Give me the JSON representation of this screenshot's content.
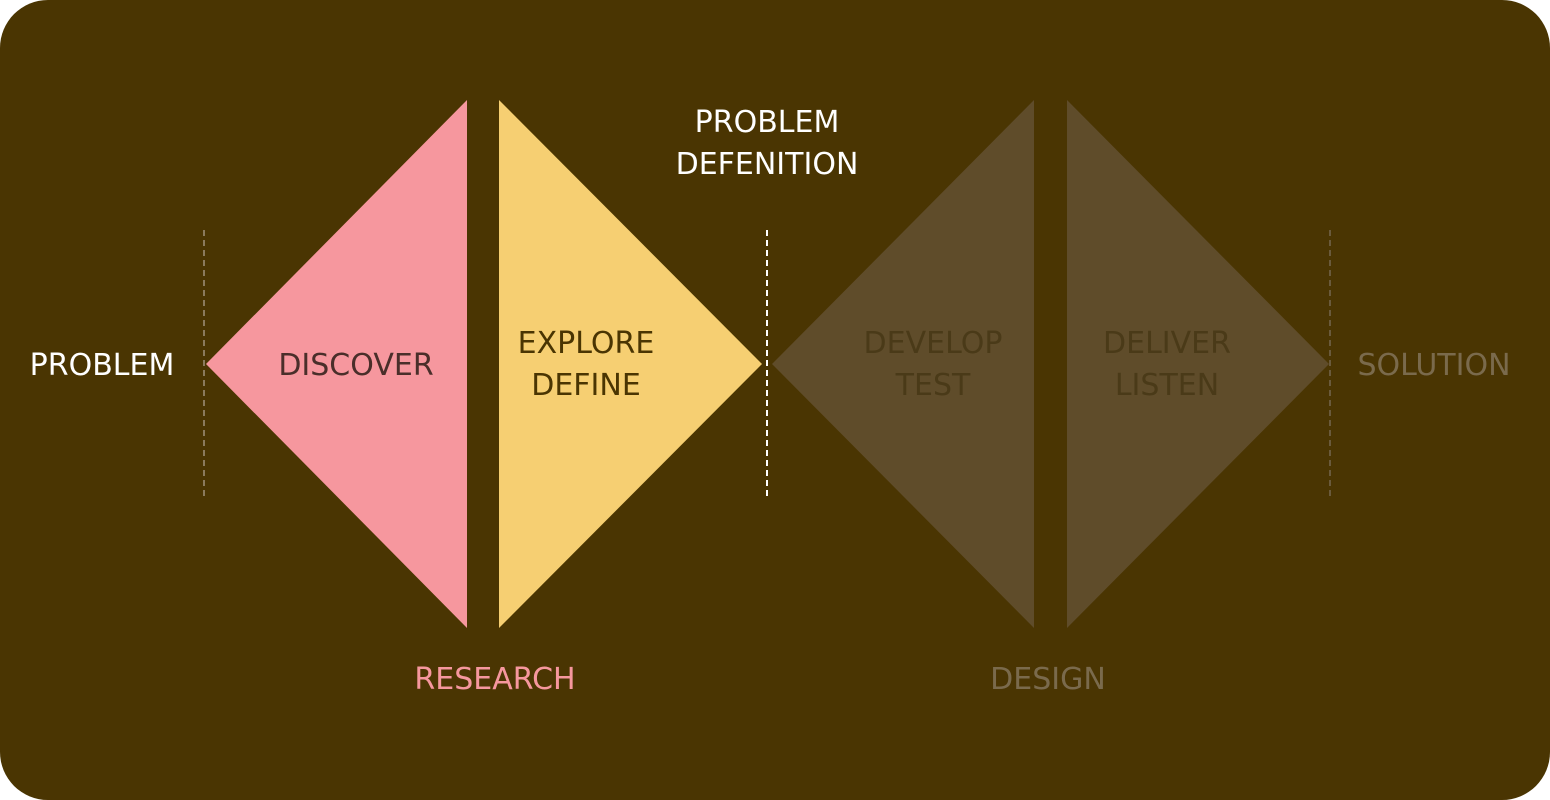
{
  "colors": {
    "background": "#4a3502",
    "research": "#f6979e",
    "define": "#f6cf72",
    "muted": "#5f4c2a",
    "label_white": "#ffffff",
    "label_gray": "#7a6a4c"
  },
  "labels": {
    "problem": "PROBLEM",
    "solution": "SOLUTION",
    "problem_definition": [
      "PROBLEM",
      "DEFENITION"
    ],
    "research": "RESEARCH",
    "design": "DESIGN"
  },
  "phases": [
    {
      "id": "discover",
      "lines": [
        "DISCOVER"
      ]
    },
    {
      "id": "explore-define",
      "lines": [
        "EXPLORE",
        "DEFINE"
      ]
    },
    {
      "id": "develop-test",
      "lines": [
        "DEVELOP",
        "TEST"
      ]
    },
    {
      "id": "deliver-listen",
      "lines": [
        "DELIVER",
        "LISTEN"
      ]
    }
  ]
}
